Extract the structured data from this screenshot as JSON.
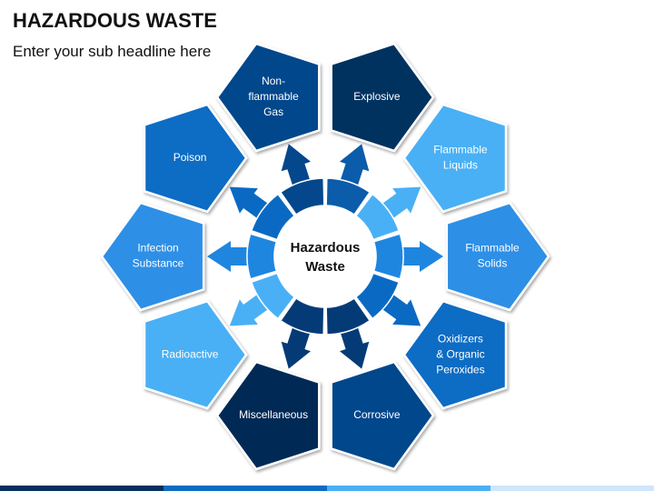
{
  "slide": {
    "title": "HAZARDOUS WASTE",
    "subtitle": "Enter your sub headline here"
  },
  "diagram": {
    "center_label": [
      "Hazardous",
      "Waste"
    ],
    "nodes": [
      {
        "id": "explosive",
        "lines": [
          "Explosive"
        ],
        "color": "#06305f"
      },
      {
        "id": "flammable-liquids",
        "lines": [
          "Flammable",
          "Liquids"
        ],
        "color": "#4ab0f5"
      },
      {
        "id": "flammable-solids",
        "lines": [
          "Flammable",
          "Solids"
        ],
        "color": "#2f8fe6"
      },
      {
        "id": "oxidizers",
        "lines": [
          "Oxidizers",
          "& Organic",
          "Peroxides"
        ],
        "color": "#0b6cc4"
      },
      {
        "id": "corrosive",
        "lines": [
          "Corrosive"
        ],
        "color": "#05478c"
      },
      {
        "id": "miscellaneous",
        "lines": [
          "Miscellaneous"
        ],
        "color": "#062b55"
      },
      {
        "id": "radioactive",
        "lines": [
          "Radioactive"
        ],
        "color": "#4ab0f5"
      },
      {
        "id": "infection-substance",
        "lines": [
          "Infection",
          "Substance"
        ],
        "color": "#2f8fe6"
      },
      {
        "id": "poison",
        "lines": [
          "Poison"
        ],
        "color": "#0b6cc4"
      },
      {
        "id": "non-flammable-gas",
        "lines": [
          "Non-",
          "flammable",
          "Gas"
        ],
        "color": "#05478c"
      }
    ],
    "ring_colors": [
      "#0b5cab",
      "#4ab0f5",
      "#1f86e0",
      "#0a6ac3",
      "#043b77",
      "#043b77",
      "#4ab0f5",
      "#1f86e0",
      "#0a6ac3",
      "#05478c"
    ]
  },
  "footer": {
    "colors": [
      "#06305f",
      "#0b6cc4",
      "#4ab0f5",
      "#cfe6fb"
    ]
  }
}
